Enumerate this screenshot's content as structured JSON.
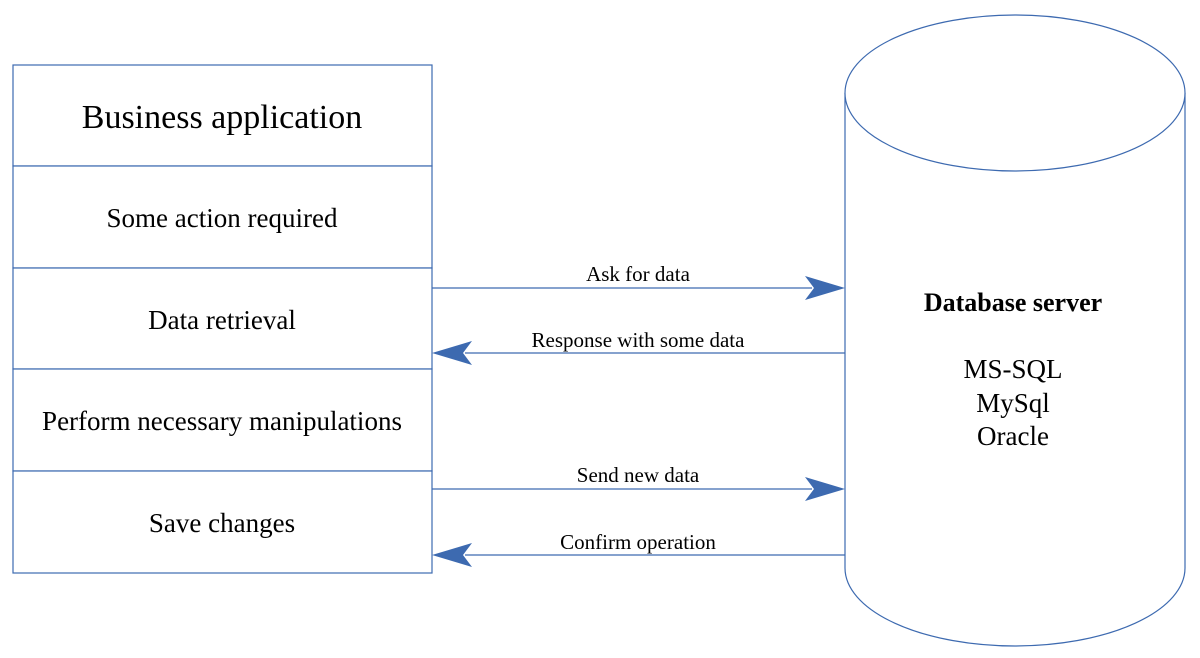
{
  "app": {
    "title": "Business application",
    "steps": [
      "Some action required",
      "Data retrieval",
      "Perform necessary manipulations",
      "Save changes"
    ]
  },
  "database": {
    "title": "Database server",
    "engines": [
      "MS-SQL",
      "MySql",
      "Oracle"
    ]
  },
  "arrows": [
    {
      "label": "Ask for data",
      "direction": "to-database"
    },
    {
      "label": "Response with some data",
      "direction": "to-app"
    },
    {
      "label": "Send new data",
      "direction": "to-database"
    },
    {
      "label": "Confirm operation",
      "direction": "to-app"
    }
  ],
  "colors": {
    "line": "#3d6ab0",
    "arrowhead": "#3d6ab0",
    "text": "#000000",
    "background": "#ffffff"
  }
}
